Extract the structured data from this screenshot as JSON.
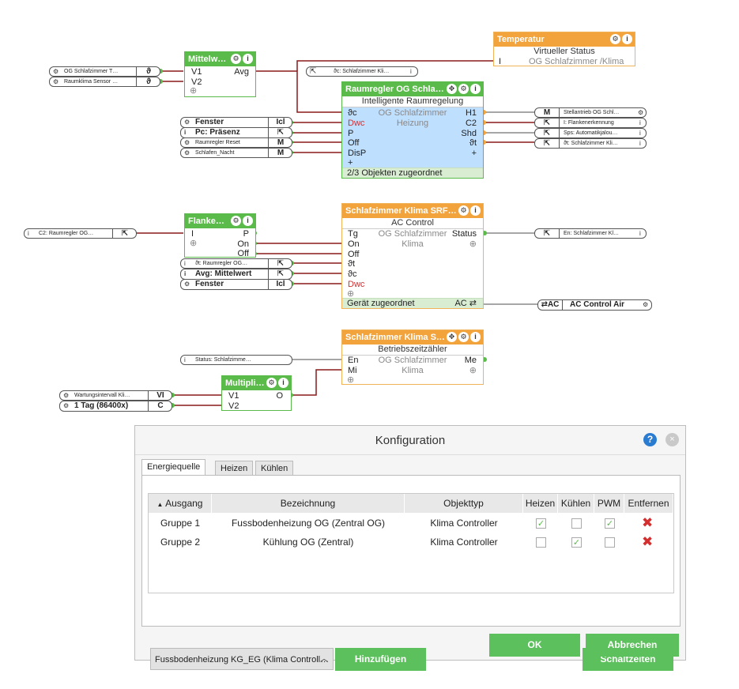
{
  "blocks": {
    "mittelwert": {
      "title": "Mittelw…",
      "in": [
        "V1",
        "V2"
      ],
      "out": [
        "Avg"
      ]
    },
    "temperatur": {
      "title": "Temperatur",
      "sub": "Virtueller Status",
      "port": "I",
      "value": "OG Schlafzimmer /Klima"
    },
    "raumregler": {
      "title": "Raumregler OG Schla…",
      "sub": "Intelligente Raumregelung",
      "in": [
        "ϑc",
        "Dwc",
        "P",
        "Off",
        "DisP",
        "+"
      ],
      "mid": [
        "OG Schlafzimmer",
        "Heizung"
      ],
      "out": [
        "H1",
        "C2",
        "Shd",
        "ϑt",
        "+"
      ],
      "foot": "2/3 Objekten zugeordnet"
    },
    "flanke": {
      "title": "Flanke…",
      "in": [
        "I"
      ],
      "out": [
        "P",
        "On",
        "Off"
      ]
    },
    "klima_srf": {
      "title": "Schlafzimmer Klima SRF…",
      "sub": "AC Control",
      "in": [
        "Tg",
        "On",
        "Off",
        "ϑt",
        "ϑc",
        "Dwc"
      ],
      "mid": [
        "OG Schlafzimmer",
        "Klima"
      ],
      "out": [
        "Status"
      ],
      "foot": "Gerät zugeordnet",
      "foot_right": "AC ⇄"
    },
    "klima_s": {
      "title": "Schlafzimmer Klima S…",
      "sub": "Betriebszeitzähler",
      "in": [
        "En",
        "Mi"
      ],
      "mid": [
        "OG Schlafzimmer",
        "Klima"
      ],
      "out": [
        "Me"
      ]
    },
    "multipli": {
      "title": "Multipli…",
      "in": [
        "V1",
        "V2"
      ],
      "out": [
        "O"
      ]
    }
  },
  "tags": {
    "og_schlafzimmer_t": {
      "text": "OG Schlafzimmer T…",
      "box": "ϑ"
    },
    "raumklima_sensor": {
      "text": "Raumklima Sensor …",
      "box": "ϑ"
    },
    "dc_ref": {
      "text": "ϑc: Schlafzimmer Kli…"
    },
    "fenster_1": {
      "text": "Fenster",
      "box": "Icl"
    },
    "pc_praesenz": {
      "text": "Pc: Präsenz",
      "box": "⇱"
    },
    "raumregler_reset": {
      "text": "Raumregler Reset",
      "box": "M"
    },
    "schlafen_nacht": {
      "text": "Schlafen_Nacht",
      "box": "M"
    },
    "stellantrieb": {
      "text": "Stellantrieb OG Schl…",
      "box": "M"
    },
    "flankenerkennung": {
      "text": "I: Flankenerkennung"
    },
    "sps_automatik": {
      "text": "Sps: Automatikjalou…"
    },
    "dt_schlafzimmer": {
      "text": "ϑt: Schlafzimmer Kli…"
    },
    "c2_raumregler": {
      "text": "C2: Raumregler OG…",
      "box": "⇱"
    },
    "dt_raumregler": {
      "text": "ϑt: Raumregler OG…",
      "box": "⇱"
    },
    "avg_mittelwert": {
      "text": "Avg: Mittelwert",
      "box": "⇱"
    },
    "fenster_2": {
      "text": "Fenster",
      "box": "Icl"
    },
    "en_schlafzimmer": {
      "text": "En: Schlafzimmer Kl…"
    },
    "ac_control_air": {
      "text": "AC Control Air",
      "box": "⇄AC"
    },
    "status_schlafzimmer": {
      "text": "Status: Schlafzimme…"
    },
    "wartungsintervall": {
      "text": "Wartungsintervall Kli…",
      "box": "VI"
    },
    "one_day": {
      "text": "1 Tag (86400x)",
      "box": "C"
    }
  },
  "dialog": {
    "title": "Konfiguration",
    "help": "?",
    "close": "×",
    "tabs": [
      "Energiequelle",
      "Heizen",
      "Kühlen"
    ],
    "columns": [
      "Ausgang",
      "Bezeichnung",
      "Objekttyp",
      "Heizen",
      "Kühlen",
      "PWM",
      "Entfernen"
    ],
    "rows": [
      {
        "ausgang": "Gruppe 1",
        "bezeichnung": "Fussbodenheizung OG (Zentral OG)",
        "objekttyp": "Klima Controller",
        "heizen": true,
        "kuehlen": false,
        "pwm": true
      },
      {
        "ausgang": "Gruppe 2",
        "bezeichnung": "Kühlung OG (Zentral)",
        "objekttyp": "Klima Controller",
        "heizen": false,
        "kuehlen": true,
        "pwm": false
      }
    ],
    "select_value": "Fussbodenheizung KG_EG (Klima Controll…",
    "add_button": "Hinzufügen",
    "schedule_button": "Schaltzeiten",
    "ok_button": "OK",
    "cancel_button": "Abbrechen"
  },
  "colors": {
    "wire": "#8b1a1a",
    "wire_grey": "#888888",
    "green": "#5bbb4a",
    "orange": "#f2a33c",
    "blue": "#bfdfff",
    "accent": "#5cc05c",
    "help": "#2a7cd1",
    "delete": "#d32f2f"
  }
}
